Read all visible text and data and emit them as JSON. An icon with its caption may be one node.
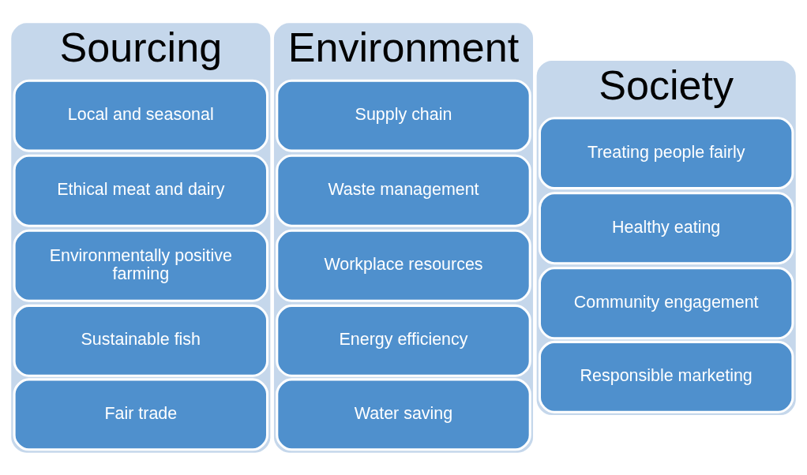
{
  "diagram": {
    "nodes": [
      {
        "text": [
          "Sourcing"
        ]
      },
      {
        "text": [
          "Local and seasonal"
        ],
        "in": 0
      },
      {
        "text": [
          "Ethical meat and dairy"
        ],
        "in": 0
      },
      {
        "text": [
          "Environmentally positive farming"
        ],
        "in": 0
      },
      {
        "text": [
          "Sustainable fish"
        ],
        "in": 0
      },
      {
        "text": [
          "Fair trade"
        ],
        "in": 0
      },
      {
        "text": [
          "Society"
        ]
      },
      {
        "text": [
          "Treating people fairly"
        ],
        "in": 6
      },
      {
        "text": [
          "Healthy eating"
        ],
        "in": 6
      },
      {
        "text": [
          "Community engagement"
        ],
        "in": 6
      },
      {
        "text": [
          "Responsible marketing"
        ],
        "in": 6
      },
      {
        "text": [
          "Environment"
        ]
      },
      {
        "text": [
          "Supply chain"
        ],
        "in": 11
      },
      {
        "text": [
          "Waste management"
        ],
        "in": 11
      },
      {
        "text": [
          "Workplace resources"
        ],
        "in": 11
      },
      {
        "text": [
          "Energy efficiency"
        ],
        "in": 11
      },
      {
        "text": [
          "Water saving"
        ],
        "in": 11
      }
    ]
  }
}
